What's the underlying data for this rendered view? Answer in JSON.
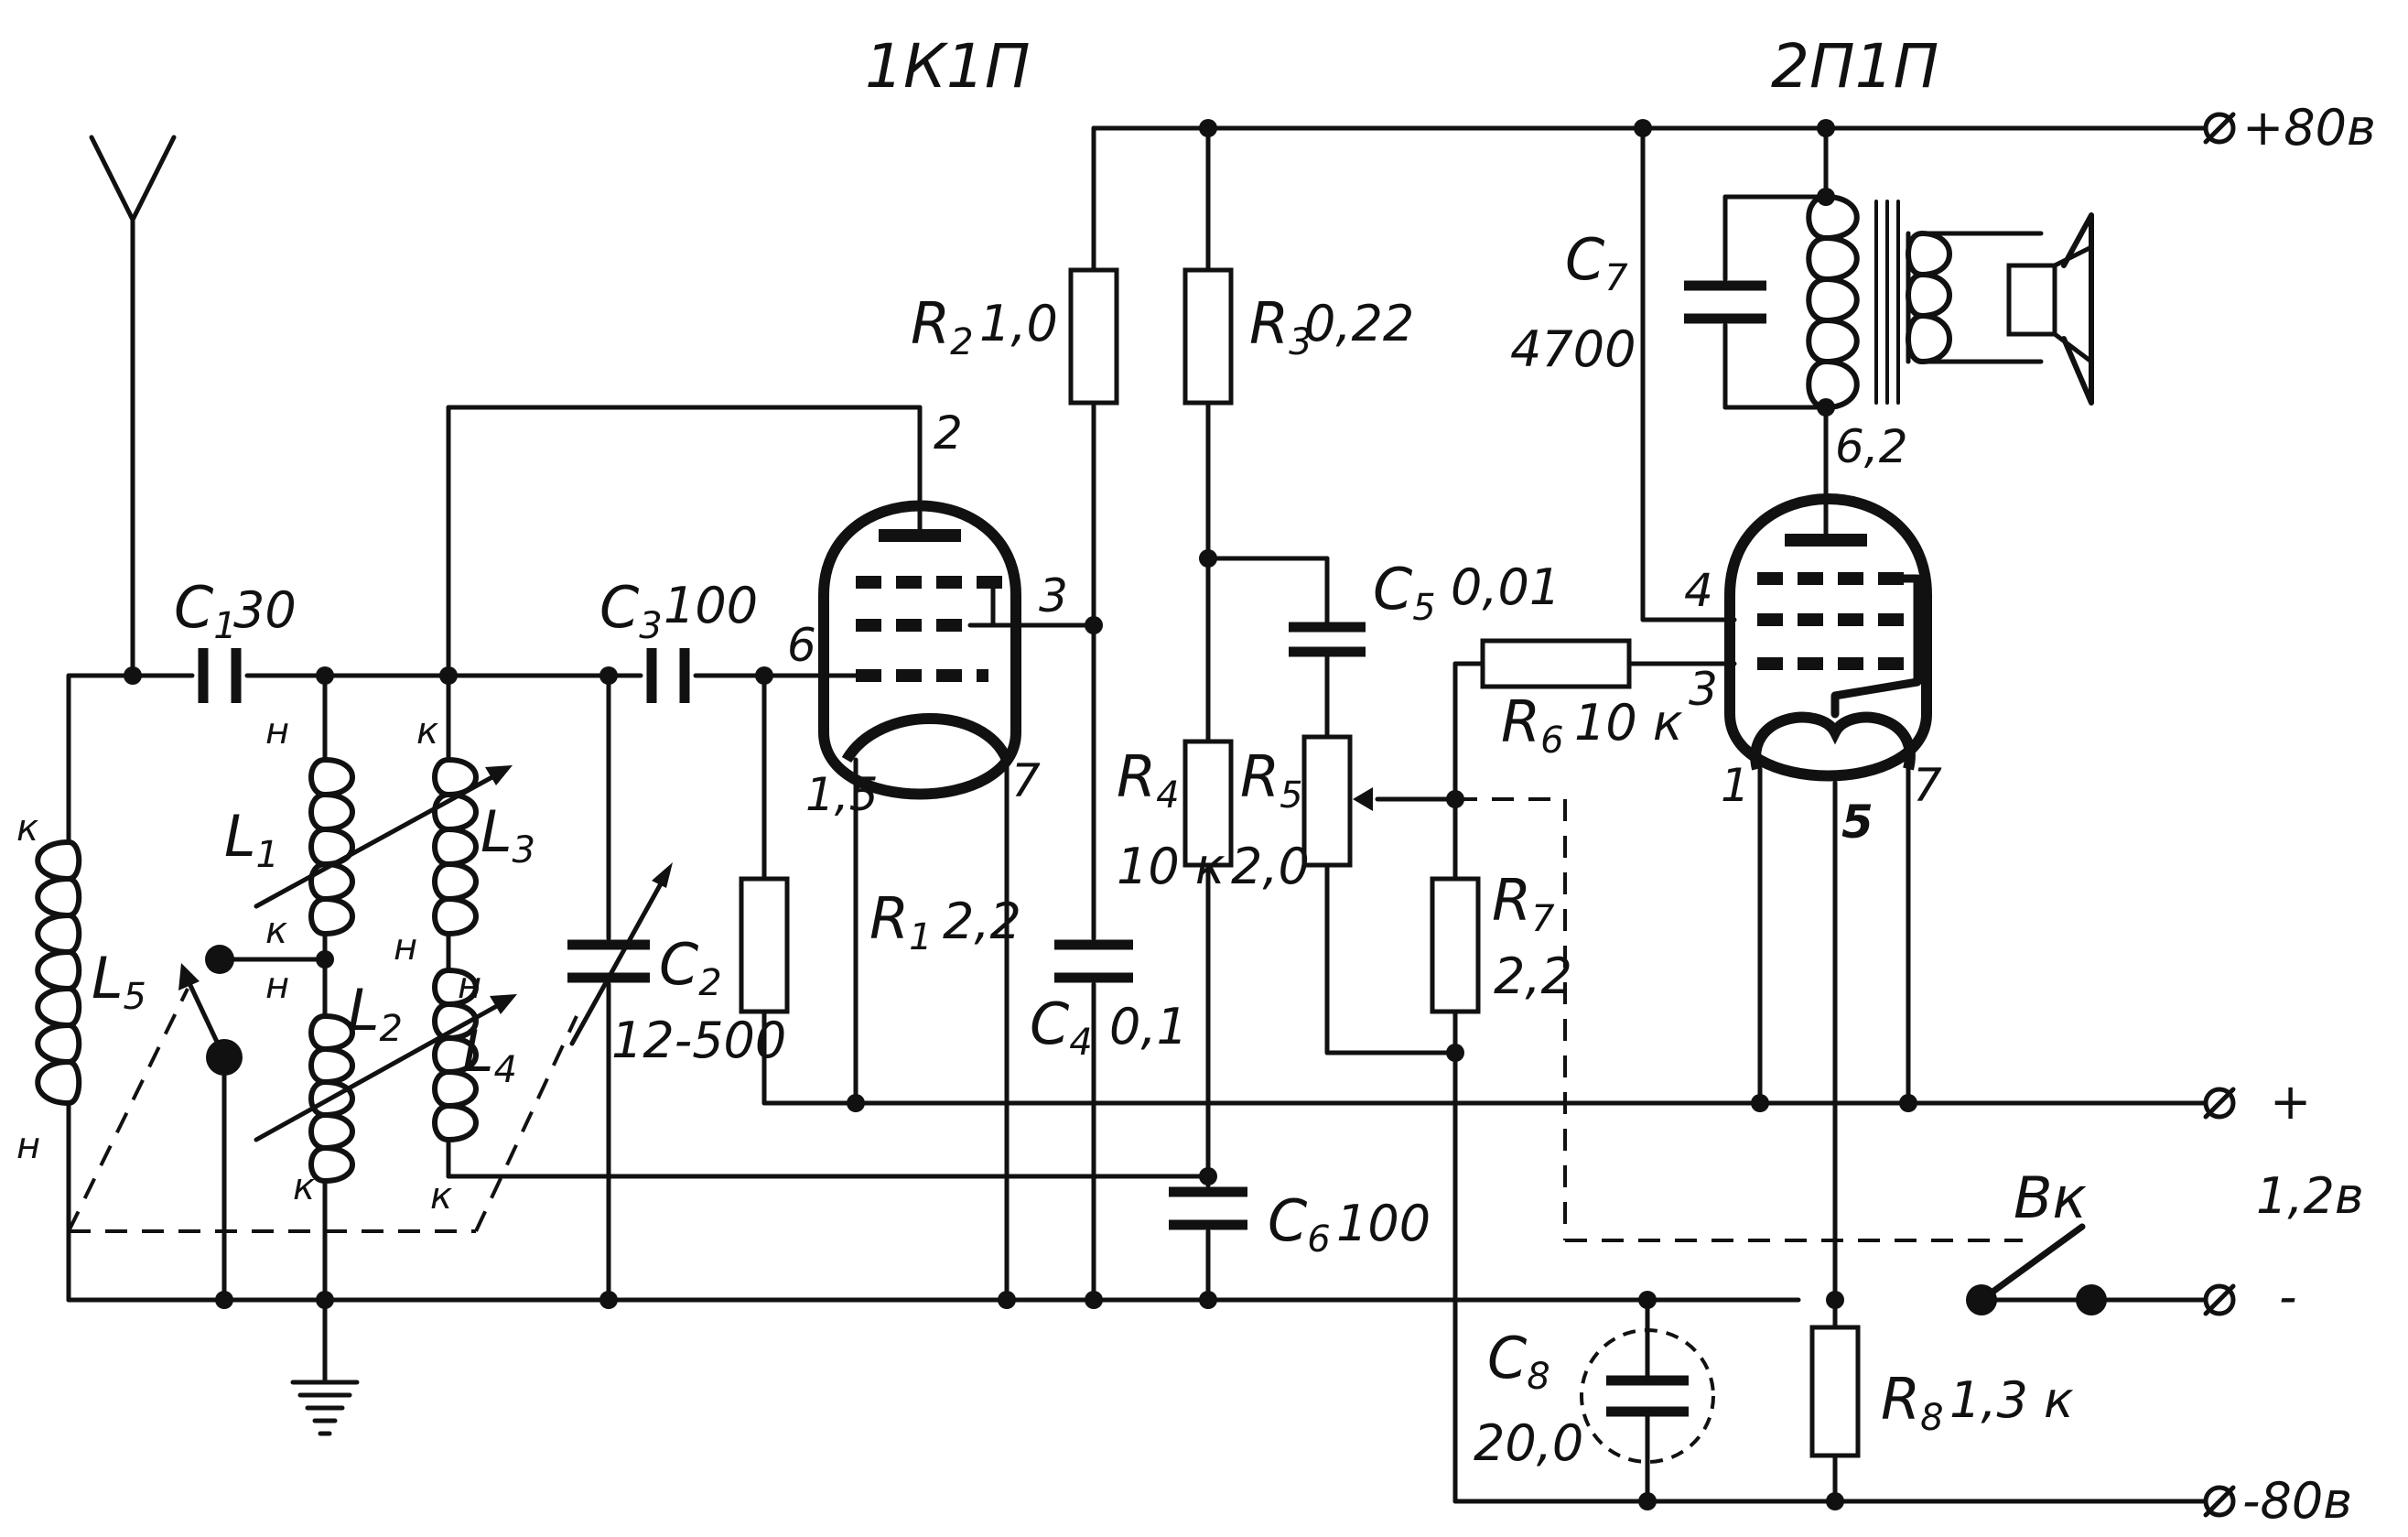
{
  "tubes": {
    "left": {
      "type": "1К1П",
      "pins": {
        "anode": "2",
        "g2": "3",
        "g1": "6",
        "fil_a": "1,5",
        "fil_b": "7"
      }
    },
    "right": {
      "type": "2П1П",
      "pins": {
        "anode": "6,2",
        "g2": "4",
        "g1": "3",
        "fil_a": "1",
        "fil_mid": "5",
        "fil_b": "7"
      }
    }
  },
  "components": {
    "C1": {
      "name": "C",
      "index": "1",
      "value": "30"
    },
    "C2": {
      "name": "C",
      "index": "2",
      "value": "12-500"
    },
    "C3": {
      "name": "C",
      "index": "3",
      "value": "100"
    },
    "C4": {
      "name": "C",
      "index": "4",
      "value": "0,1"
    },
    "C5": {
      "name": "C",
      "index": "5",
      "value": "0,01"
    },
    "C6": {
      "name": "C",
      "index": "6",
      "value": "100"
    },
    "C7": {
      "name": "C",
      "index": "7",
      "value": "4700"
    },
    "C8": {
      "name": "C",
      "index": "8",
      "value": "20,0"
    },
    "R1": {
      "name": "R",
      "index": "1",
      "value": "2,2"
    },
    "R2": {
      "name": "R",
      "index": "2",
      "value": "1,0"
    },
    "R3": {
      "name": "R",
      "index": "3",
      "value": "0,22"
    },
    "R4": {
      "name": "R",
      "index": "4",
      "value": "10 к"
    },
    "R5": {
      "name": "R",
      "index": "5",
      "value": "2,0"
    },
    "R6": {
      "name": "R",
      "index": "6",
      "value": "10 к"
    },
    "R7": {
      "name": "R",
      "index": "7",
      "value": "2,2"
    },
    "R8": {
      "name": "R",
      "index": "8",
      "value": "1,3 к"
    },
    "L1": {
      "name": "L",
      "index": "1"
    },
    "L2": {
      "name": "L",
      "index": "2"
    },
    "L3": {
      "name": "L",
      "index": "3"
    },
    "L4": {
      "name": "L",
      "index": "4"
    },
    "L5": {
      "name": "L",
      "index": "5"
    }
  },
  "coil_marks": {
    "start": "н",
    "end": "к"
  },
  "switch": {
    "label": "Вк"
  },
  "terminals": {
    "plus80": "+80в",
    "plus": "+",
    "battery": "1,2в",
    "minus": "-",
    "minus80": "-80в"
  }
}
